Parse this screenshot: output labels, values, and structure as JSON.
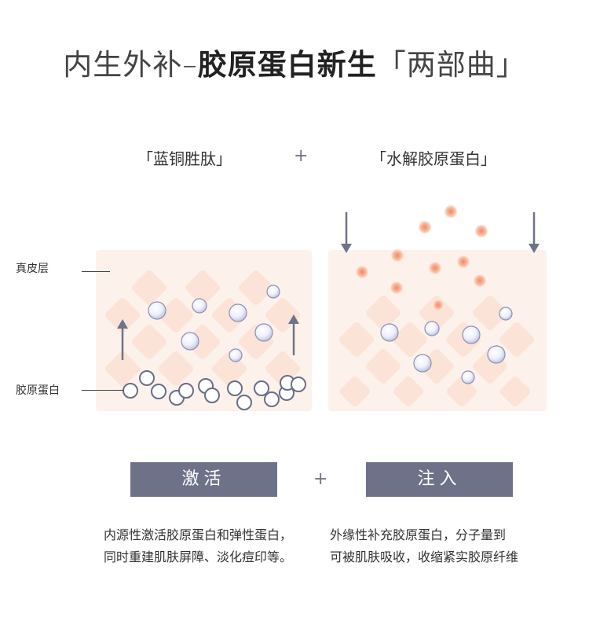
{
  "title": {
    "light": "内生外补–",
    "bold": "胶原蛋白新生",
    "bracket": "「两部曲」"
  },
  "left": {
    "heading": "「蓝铜胜肽」",
    "button": "激活",
    "desc_line1": "内源性激活胶原蛋白和弹性蛋白，",
    "desc_line2": "同时重建肌肤屏障、淡化痘印等。"
  },
  "right": {
    "heading": "「水解胶原蛋白」",
    "button": "注入",
    "desc_line1": "外缘性补充胶原蛋白，分子量到",
    "desc_line2": "可被肌肤吸收，收缩紧实胶原纤维"
  },
  "plus_sign": "+",
  "labels": {
    "dermis": "真皮层",
    "collagen": "胶原蛋白"
  },
  "colors": {
    "accent": "#6e7288",
    "panel": "#fdf1ec",
    "diamond": "#fbe1d4",
    "particle": "#f2a07c",
    "arrow": "#6f7388"
  }
}
